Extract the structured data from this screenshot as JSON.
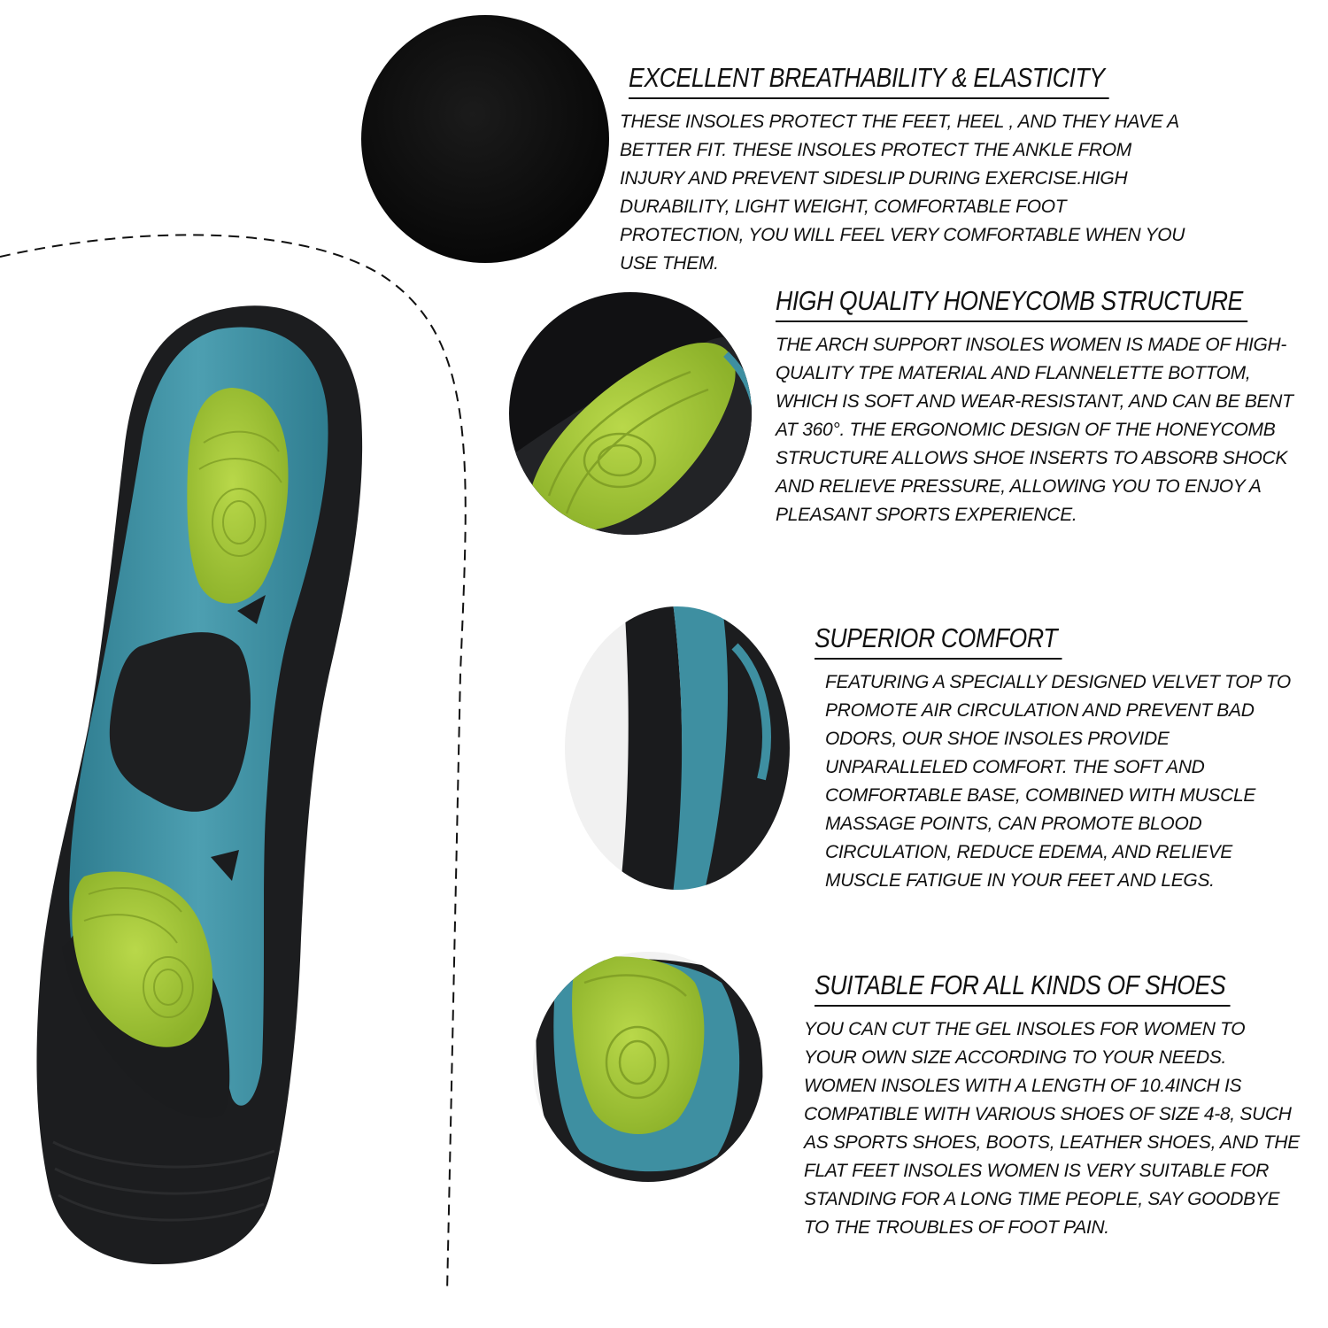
{
  "features": [
    {
      "title": "EXCELLENT BREATHABILITY & ELASTICITY",
      "body": "THESE INSOLES PROTECT THE FEET, HEEL , AND THEY HAVE A BETTER FIT. THESE INSOLES PROTECT THE ANKLE FROM INJURY AND PREVENT SIDESLIP DURING EXERCISE.HIGH DURABILITY, LIGHT WEIGHT, COMFORTABLE FOOT PROTECTION, YOU WILL FEEL VERY COMFORTABLE WHEN YOU USE THEM."
    },
    {
      "title": "HIGH QUALITY HONEYCOMB STRUCTURE",
      "body": "THE ARCH SUPPORT INSOLES WOMEN IS MADE OF HIGH-QUALITY TPE MATERIAL AND FLANNELETTE BOTTOM, WHICH IS SOFT AND WEAR-RESISTANT, AND CAN BE BENT AT 360°. THE ERGONOMIC DESIGN OF THE HONEYCOMB STRUCTURE ALLOWS SHOE INSERTS TO ABSORB SHOCK AND RELIEVE PRESSURE, ALLOWING YOU TO ENJOY A PLEASANT SPORTS EXPERIENCE."
    },
    {
      "title": "SUPERIOR COMFORT",
      "body": "FEATURING A SPECIALLY DESIGNED VELVET TOP TO PROMOTE AIR CIRCULATION AND PREVENT BAD ODORS, OUR SHOE INSOLES PROVIDE UNPARALLELED COMFORT. THE SOFT AND COMFORTABLE BASE, COMBINED WITH MUSCLE MASSAGE POINTS, CAN PROMOTE BLOOD CIRCULATION, REDUCE EDEMA, AND RELIEVE MUSCLE FATIGUE IN YOUR FEET AND LEGS."
    },
    {
      "title": "SUITABLE FOR ALL KINDS OF SHOES",
      "body": "YOU CAN CUT THE GEL INSOLES FOR WOMEN TO YOUR OWN SIZE ACCORDING TO YOUR NEEDS. WOMEN INSOLES WITH A LENGTH OF 10.4INCH IS COMPATIBLE WITH VARIOUS SHOES OF SIZE 4-8, SUCH AS SPORTS SHOES, BOOTS, LEATHER SHOES, AND THE FLAT FEET INSOLES WOMEN IS VERY SUITABLE FOR STANDING FOR A LONG TIME PEOPLE, SAY GOODBYE TO THE TROUBLES OF FOOT PAIN."
    }
  ],
  "colors": {
    "insole_black": "#1c1d1f",
    "insole_blue": "#3e8fa1",
    "gel_green": "#a8c93a",
    "text": "#111111"
  }
}
